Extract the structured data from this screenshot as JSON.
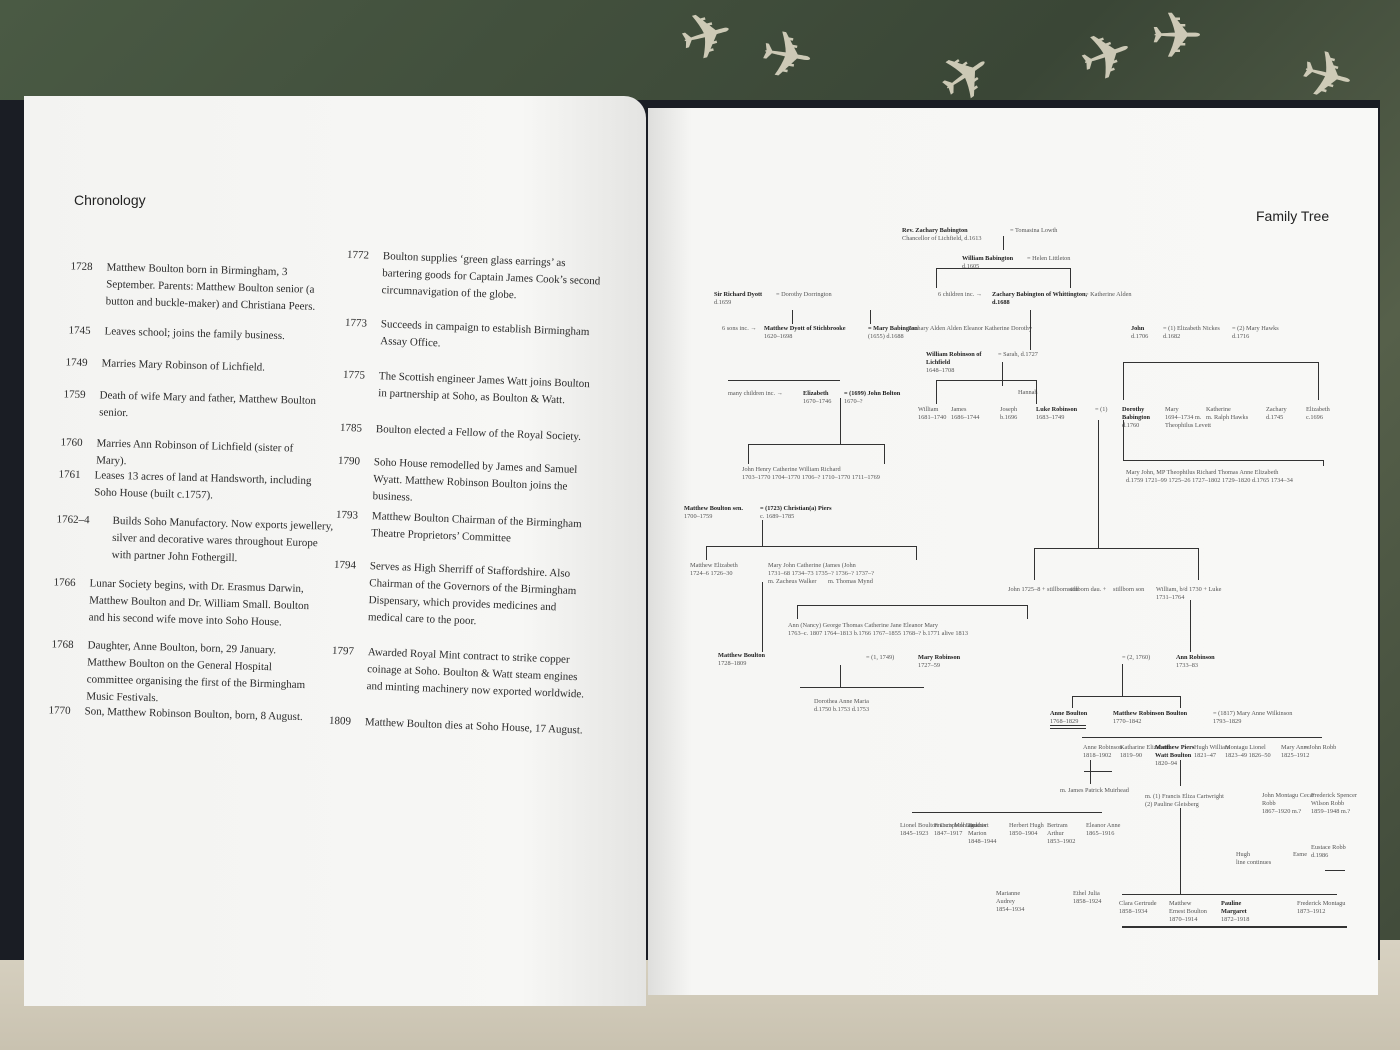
{
  "left_page": {
    "title": "Chronology",
    "col1": [
      {
        "year": "1728",
        "text": "Matthew Boulton born in Birmingham, 3 September. Parents: Matthew Boulton senior (a button and buckle-maker) and Christiana Peers."
      },
      {
        "year": "1745",
        "text": "Leaves school; joins the family business."
      },
      {
        "year": "1749",
        "text": "Marries Mary Robinson of Lichfield."
      },
      {
        "year": "1759",
        "text": "Death of wife Mary and father, Matthew Boulton senior."
      },
      {
        "year": "1760",
        "text": "Marries Ann Robinson of Lichfield (sister of Mary)."
      },
      {
        "year": "1761",
        "text": "Leases 13 acres of land at Handsworth, including Soho House (built c.1757)."
      },
      {
        "year": "1762–4",
        "text": "Builds Soho Manufactory. Now exports jewellery, silver and decorative wares throughout Europe with partner John Fothergill."
      },
      {
        "year": "1766",
        "text": "Lunar Society begins, with Dr. Erasmus Darwin, Matthew Boulton and Dr. William Small. Boulton and his second wife move into Soho House."
      },
      {
        "year": "1768",
        "text": "Daughter, Anne Boulton, born, 29 January. Matthew Boulton on the General Hospital committee organising the first of the Birmingham Music Festivals."
      },
      {
        "year": "1770",
        "text": "Son, Matthew Robinson Boulton, born, 8 August."
      }
    ],
    "col2": [
      {
        "year": "1772",
        "text": "Boulton supplies ‘green glass earrings’ as bartering goods for Captain James Cook’s second circumnavigation of the globe."
      },
      {
        "year": "1773",
        "text": "Succeeds in campaign to establish Birmingham Assay Office."
      },
      {
        "year": "1775",
        "text": "The Scottish engineer James Watt joins Boulton in partnership at Soho, as Boulton & Watt."
      },
      {
        "year": "1785",
        "text": "Boulton elected a Fellow of the Royal Society."
      },
      {
        "year": "1790",
        "text": "Soho House remodelled by James and Samuel Wyatt. Matthew Robinson Boulton joins the business."
      },
      {
        "year": "1793",
        "text": "Matthew Boulton Chairman of the Birmingham Theatre Proprietors’ Committee"
      },
      {
        "year": "1794",
        "text": "Serves as High Sherriff of Staffordshire. Also Chairman of the Governors of the Birmingham Dispensary, which provides medicines and medical care to the poor."
      },
      {
        "year": "1797",
        "text": "Awarded Royal Mint contract to strike copper coinage at Soho. Boulton & Watt steam engines and minting machinery now exported worldwide."
      },
      {
        "year": "1809",
        "text": "Matthew Boulton dies at Soho House, 17 August."
      }
    ]
  },
  "right_page": {
    "title": "Family Tree",
    "entries": [
      {
        "name": "Rev. Zachary Babington",
        "detail": "Chancellor of Lichfield, d.1613"
      },
      {
        "name": "= Tomasina Lowth",
        "detail": ""
      },
      {
        "name": "William Babington",
        "detail": "d.1605"
      },
      {
        "name": "= Helen Littleton",
        "detail": ""
      },
      {
        "name": "Sir Richard Dyott",
        "detail": "d.1659"
      },
      {
        "name": "= Dorothy Dorrington",
        "detail": ""
      },
      {
        "name": "6 children inc. →",
        "detail": ""
      },
      {
        "name": "Zachary Babington of Whittington, d.1688",
        "detail": ""
      },
      {
        "name": "= Katherine Alden",
        "detail": ""
      },
      {
        "name": "6 sons inc. →",
        "detail": ""
      },
      {
        "name": "Matthew Dyott of Stichbrooke",
        "detail": "1620–1698"
      },
      {
        "name": "= Mary Babington",
        "detail": "(1655) d.1688"
      },
      {
        "name": "Zachary   Alden   Alden   Eleanor   Katherine   Dorothy",
        "detail": ""
      },
      {
        "name": "John",
        "detail": "d.1706"
      },
      {
        "name": "= (1) Elizabeth Nickes",
        "detail": "d.1682"
      },
      {
        "name": "= (2) Mary Hawks",
        "detail": "d.1716"
      },
      {
        "name": "William Robinson of Lichfield",
        "detail": "1648–1708"
      },
      {
        "name": "= Sarah, d.1727",
        "detail": ""
      },
      {
        "name": "Hannah",
        "detail": ""
      },
      {
        "name": "many children inc. →",
        "detail": ""
      },
      {
        "name": "Elizabeth",
        "detail": "1670–1746"
      },
      {
        "name": "= (1699) John Bolton",
        "detail": "1670–?"
      },
      {
        "name": "William",
        "detail": "1681–1740"
      },
      {
        "name": "James",
        "detail": "1686–1744"
      },
      {
        "name": "Joseph",
        "detail": "b.1696"
      },
      {
        "name": "Luke Robinson",
        "detail": "1683–1749"
      },
      {
        "name": "= (1)",
        "detail": ""
      },
      {
        "name": "Dorothy Babington",
        "detail": "d.1760"
      },
      {
        "name": "Mary",
        "detail": "1694–1734 m. Theophilus Levett"
      },
      {
        "name": "Katherine",
        "detail": "m. Ralph Hawks"
      },
      {
        "name": "Zachary",
        "detail": "d.1745"
      },
      {
        "name": "Elizabeth",
        "detail": "c.1696"
      },
      {
        "name": "John   Henry   Catherine   William   Richard",
        "detail": "1703–1770  1704–1770  1706–?  1710–1770  1711–1769"
      },
      {
        "name": "Mary   John, MP   Theophilus   Richard   Thomas   Anne   Elizabeth",
        "detail": "d.1759  1721–99  1725–26  1727–1802  1729–1820  d.1765  1734–34"
      },
      {
        "name": "Matthew Boulton sen.",
        "detail": "1700–1759"
      },
      {
        "name": "= (1723) Christian(a) Piers",
        "detail": "c. 1689–1785"
      },
      {
        "name": "Matthew   Elizabeth",
        "detail": "1724–6   1726–30"
      },
      {
        "name": "Mary   John   Catherine   (James   (John",
        "detail": "1731–68   1734–73   1735–?   1736–?   1737–?"
      },
      {
        "name": "m. Zacheus Walker",
        "detail": ""
      },
      {
        "name": "m. Thomas Mynd",
        "detail": ""
      },
      {
        "name": "John 1725–8 + stillborn son",
        "detail": ""
      },
      {
        "name": "stillborn dau.  +",
        "detail": ""
      },
      {
        "name": "stillborn son",
        "detail": ""
      },
      {
        "name": "William, b/d 1730 + Luke",
        "detail": "1731–1764"
      },
      {
        "name": "Ann (Nancy)   George   Thomas   Catherine   Jane   Eleanor   Mary",
        "detail": "1763–c. 1807   1764–1813   b.1766   1767–1855   1768–?   b.1771   alive 1813"
      },
      {
        "name": "Matthew Boulton",
        "detail": "1728–1809"
      },
      {
        "name": "= (1, 1749)",
        "detail": ""
      },
      {
        "name": "Mary Robinson",
        "detail": "1727–59"
      },
      {
        "name": "= (2, 1760)",
        "detail": ""
      },
      {
        "name": "Ann Robinson",
        "detail": "1733–83"
      },
      {
        "name": "Dorothea   Anne   Maria",
        "detail": "d.1750   b.1753   d.1753"
      },
      {
        "name": "Anne Boulton",
        "detail": "1768–1829"
      },
      {
        "name": "Matthew Robinson Boulton",
        "detail": "1770–1842"
      },
      {
        "name": "= (1817) Mary Anne Wilkinson",
        "detail": "1793–1829"
      },
      {
        "name": "Anne Robinson",
        "detail": "1818–1902"
      },
      {
        "name": "Katharine Elizabeth",
        "detail": "1819–90"
      },
      {
        "name": "Matthew Piers Watt Boulton",
        "detail": "1820–94"
      },
      {
        "name": "Hugh William",
        "detail": "1821–47"
      },
      {
        "name": "Montagu Lionel",
        "detail": "1823–49   1826–50"
      },
      {
        "name": "Mary Anne",
        "detail": "1825–1912"
      },
      {
        "name": "= John Robb",
        "detail": ""
      },
      {
        "name": "m. James Patrick Muirhead",
        "detail": ""
      },
      {
        "name": "m. (1) Francis Eliza Cartwright",
        "detail": "(2) Pauline Gleisberg"
      },
      {
        "name": "John Montagu Cecar Robb",
        "detail": "1867–1920 m.?"
      },
      {
        "name": "Frederick Spencer Wilson Robb",
        "detail": "1859–1948 m.?"
      },
      {
        "name": "Eustace Robb",
        "detail": "d.1986"
      },
      {
        "name": "Hugh",
        "detail": "line continues"
      },
      {
        "name": "Esme",
        "detail": ""
      },
      {
        "name": "Lionel Boulton Campbell Lockhart",
        "detail": "1845–1923"
      },
      {
        "name": "Francis Montagu",
        "detail": "1847–1917"
      },
      {
        "name": "Beatrix Marion",
        "detail": "1848–1944"
      },
      {
        "name": "Herbert Hugh",
        "detail": "1850–1904"
      },
      {
        "name": "Bertram Arthur",
        "detail": "1853–1902"
      },
      {
        "name": "Eleanor Anne",
        "detail": "1865–1916"
      },
      {
        "name": "Marianne Audrey",
        "detail": "1854–1934"
      },
      {
        "name": "Ethel Julia",
        "detail": "1858–1924"
      },
      {
        "name": "Clara Gertrude",
        "detail": "1858–1934"
      },
      {
        "name": "Matthew Ernest Boulton",
        "detail": "1870–1914"
      },
      {
        "name": "Pauline Margaret",
        "detail": "1872–1918"
      },
      {
        "name": "Frederick Montagu",
        "detail": "1873–1912"
      }
    ]
  }
}
